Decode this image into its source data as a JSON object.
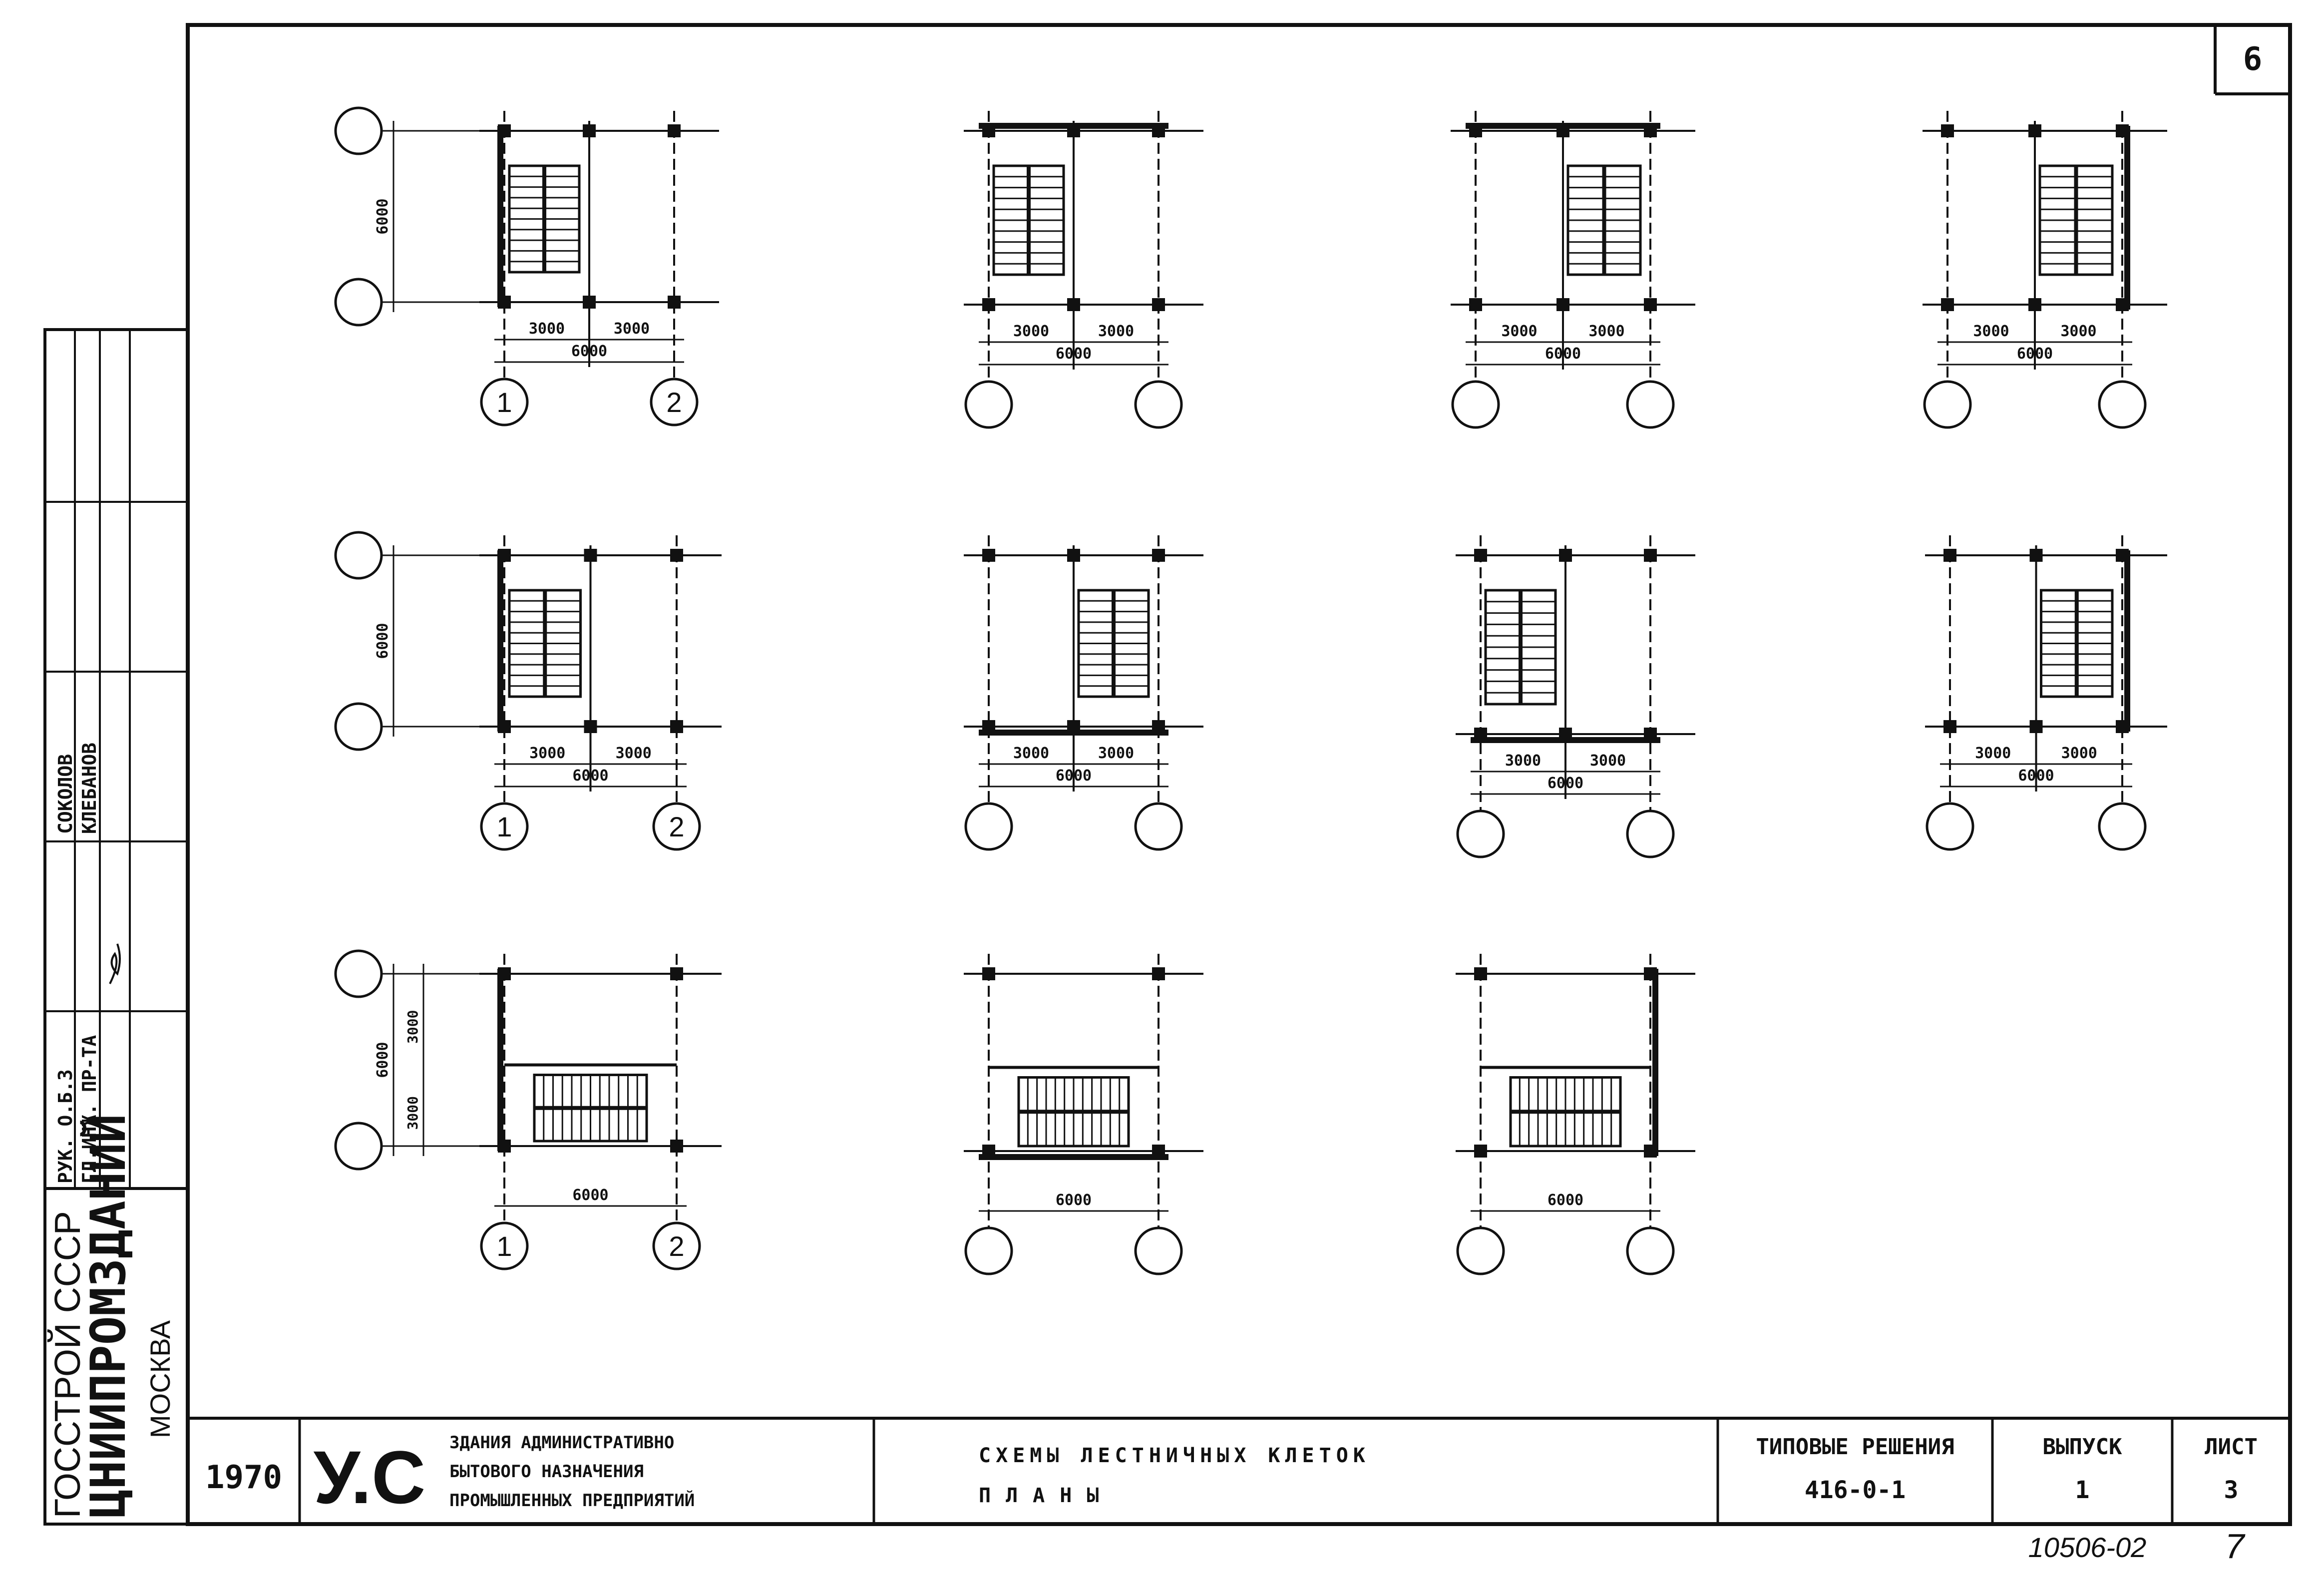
{
  "sheet_corner_number": "6",
  "stamp": {
    "ministry": "ГОССТРОЙ СССР",
    "institute": "ЦНИИПРОМЗДАНИЙ",
    "city": "МОСКВА",
    "roles": [
      "РУК. О.Б.З",
      "ГЛ.ИНЖ. ПР-ТА"
    ],
    "names": [
      "СОКОЛОВ",
      "КЛЕБАНОВ"
    ]
  },
  "title_block": {
    "year": "1970",
    "mark": "У.С",
    "project_line1": "ЗДАНИЯ АДМИНИСТРАТИВНО",
    "project_line2": "БЫТОВОГО НАЗНАЧЕНИЯ",
    "project_line3": "ПРОМЫШЛЕННЫХ ПРЕДПРИЯТИЙ",
    "sheet_title_line1": "СХЕМЫ ЛЕСТНИЧНЫХ КЛЕТОК",
    "sheet_title_line2": "ПЛАНЫ",
    "series_label": "ТИПОВЫЕ РЕШЕНИЯ",
    "series_value": "416-0-1",
    "issue_label": "ВЫПУСК",
    "issue_value": "1",
    "sheet_label": "ЛИСТ",
    "sheet_value": "3"
  },
  "footer": {
    "doc_number": "10506-02",
    "page_number": "7"
  },
  "plans": [
    {
      "id": "r1c1",
      "dims_top": [
        "3000",
        "3000"
      ],
      "dim_total": "6000",
      "dim_vertical": "6000",
      "axes": [
        "1",
        "2"
      ]
    },
    {
      "id": "r1c2",
      "dims_top": [
        "3000",
        "3000"
      ],
      "dim_total": "6000",
      "axes": [
        "",
        ""
      ]
    },
    {
      "id": "r1c3",
      "dims_top": [
        "3000",
        "3000"
      ],
      "dim_total": "6000",
      "axes": [
        "",
        ""
      ]
    },
    {
      "id": "r1c4",
      "dims_top": [
        "3000",
        "3000"
      ],
      "dim_total": "6000",
      "axes": [
        "",
        ""
      ]
    },
    {
      "id": "r2c1",
      "dims_top": [
        "3000",
        "3000"
      ],
      "dim_total": "6000",
      "dim_vertical": "6000",
      "axes": [
        "1",
        "2"
      ]
    },
    {
      "id": "r2c2",
      "dims_top": [
        "3000",
        "3000"
      ],
      "dim_total": "6000",
      "axes": [
        "",
        ""
      ]
    },
    {
      "id": "r2c3",
      "dims_top": [
        "3000",
        "3000"
      ],
      "dim_total": "6000",
      "axes": [
        "",
        ""
      ]
    },
    {
      "id": "r2c4",
      "dims_top": [
        "3000",
        "3000"
      ],
      "dim_total": "6000",
      "axes": [
        "",
        ""
      ]
    },
    {
      "id": "r3c1",
      "dims_top": [],
      "dim_total": "6000",
      "dim_vertical": "6000",
      "dim_vertical_parts": [
        "3000",
        "3000"
      ],
      "axes": [
        "1",
        "2"
      ]
    },
    {
      "id": "r3c2",
      "dims_top": [],
      "dim_total": "6000",
      "axes": [
        "",
        ""
      ]
    },
    {
      "id": "r3c3",
      "dims_top": [],
      "dim_total": "6000",
      "axes": [
        "",
        ""
      ]
    }
  ]
}
